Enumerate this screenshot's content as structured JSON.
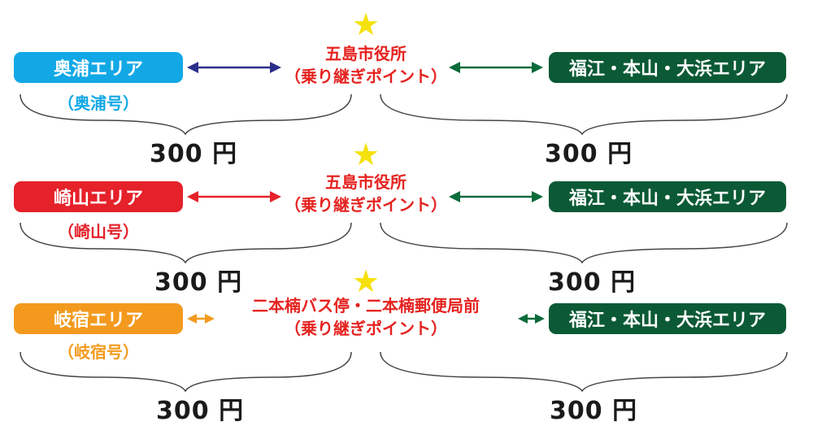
{
  "rows": [
    {
      "area": "奥浦エリア",
      "route": "（奥浦号）",
      "area_color": "#12a8e6",
      "left_arrow_color": "#2b2f8c",
      "hub_line1": "五島市役所",
      "hub_line2": "（乗り継ぎポイント）",
      "right_area": "福江・本山・大浜エリア",
      "price_left": "300 円",
      "price_right": "300 円"
    },
    {
      "area": "崎山エリア",
      "route": "（崎山号）",
      "area_color": "#e5212a",
      "left_arrow_color": "#e5212a",
      "hub_line1": "五島市役所",
      "hub_line2": "（乗り継ぎポイント）",
      "right_area": "福江・本山・大浜エリア",
      "price_left": "300 円",
      "price_right": "300 円"
    },
    {
      "area": "岐宿エリア",
      "route": "（岐宿号）",
      "area_color": "#f39a1e",
      "left_arrow_color": "#f39a1e",
      "hub_line1": "二本楠バス停・二本楠郵便局前",
      "hub_line2": "（乗り継ぎポイント）",
      "right_area": "福江・本山・大浜エリア",
      "price_left": "300 円",
      "price_right": "300 円"
    }
  ],
  "colors": {
    "right_area": "#0b5a35",
    "right_arrow": "#0b6b3a",
    "hub_text": "#e52320",
    "star": "#f5e10a"
  }
}
